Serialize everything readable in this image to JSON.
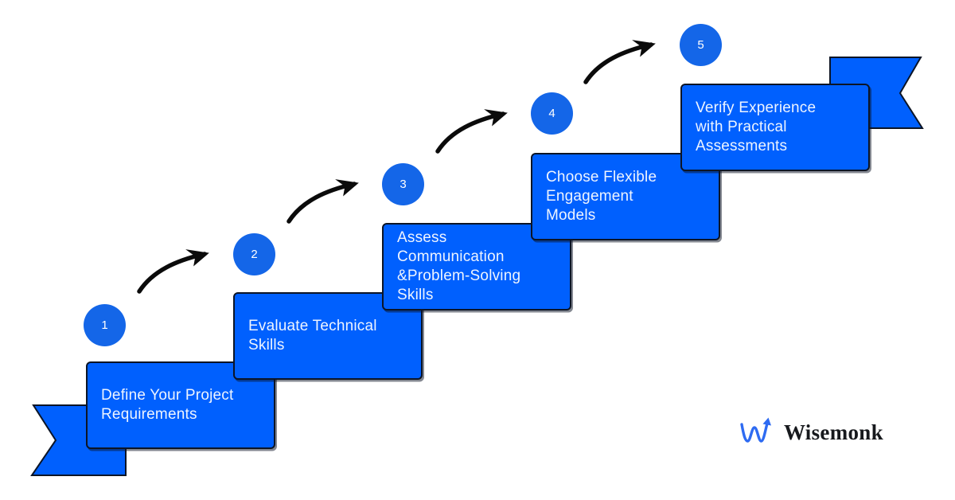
{
  "diagram": {
    "type": "stair-step-process",
    "steps": [
      {
        "number": "1",
        "label": "Define Your Project\nRequirements"
      },
      {
        "number": "2",
        "label": "Evaluate Technical\nSkills"
      },
      {
        "number": "3",
        "label": "Assess\nCommunication\n&Problem-Solving\nSkills"
      },
      {
        "number": "4",
        "label": "Choose Flexible\nEngagement\nModels"
      },
      {
        "number": "5",
        "label": "Verify Experience\nwith Practical\nAssessments"
      }
    ]
  },
  "brand": {
    "name": "Wisemonk"
  },
  "colors": {
    "box-blue": "#0060fe",
    "circle-blue": "#1466e8",
    "outline": "#0c1526",
    "arrow": "#0b0b0b",
    "box-text": "#eef4ff",
    "logo-blue": "#2e6bf2",
    "logo-text": "#17191d"
  }
}
